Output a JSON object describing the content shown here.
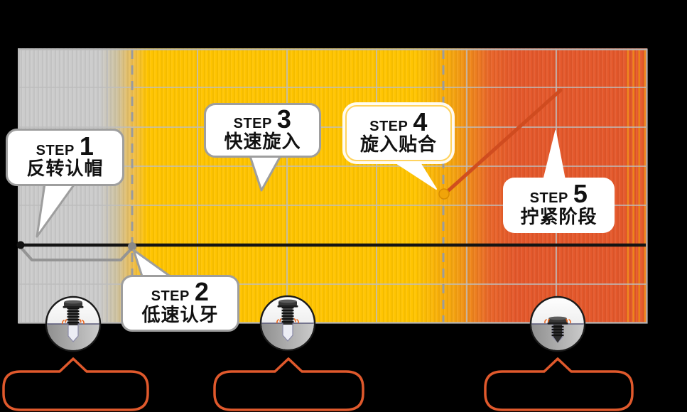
{
  "labels": {
    "step_word": "STEP"
  },
  "steps": [
    {
      "num": "1",
      "title": "反转认帽"
    },
    {
      "num": "2",
      "title": "低速认牙"
    },
    {
      "num": "3",
      "title": "快速旋入"
    },
    {
      "num": "4",
      "title": "旋入贴合"
    },
    {
      "num": "5",
      "title": "拧紧阶段"
    }
  ],
  "icons": {
    "stage1": "screw-entering-icon",
    "stage2": "screw-threading-icon",
    "stage3": "screw-seated-icon"
  },
  "colors": {
    "background": "#000000",
    "zone_gray": "#cbcbcb",
    "zone_yellow": "#ffc400",
    "zone_orange": "#e4582b",
    "gridline": "#bdbdbd",
    "dashed_boundary": "#9b9b9b",
    "speed_line": "#141414",
    "reverse_dip_line": "#949494",
    "torque_line": "#cf4b1f",
    "bracket": "#e0592c",
    "bubble_border": "#9e9e9e"
  },
  "chart_data": {
    "type": "line",
    "grid": {
      "columns": 7,
      "rows": 7,
      "gridlines_visible": true
    },
    "axes_labels_visible": false,
    "zones": [
      {
        "steps": "1-2",
        "color": "#cbcbcb",
        "x_frac": [
          0.0,
          0.18
        ]
      },
      {
        "steps": "3-4",
        "color": "#ffc400",
        "x_frac": [
          0.18,
          0.68
        ]
      },
      {
        "steps": "5",
        "color": "#e4582b",
        "x_frac": [
          0.68,
          1.0
        ]
      }
    ],
    "dashed_boundaries_x_frac": [
      0.182,
      0.676
    ],
    "series": [
      {
        "name": "speed-line",
        "color": "#141414",
        "points_frac": [
          [
            0.0,
            0.715
          ],
          [
            1.0,
            0.715
          ]
        ]
      },
      {
        "name": "reverse-dip",
        "color": "#949494",
        "points_frac": [
          [
            0.005,
            0.72
          ],
          [
            0.023,
            0.77
          ],
          [
            0.164,
            0.77
          ],
          [
            0.182,
            0.722
          ]
        ]
      },
      {
        "name": "torque-rise",
        "color": "#cf4b1f",
        "points_frac": [
          [
            0.679,
            0.528
          ],
          [
            0.862,
            0.153
          ]
        ]
      }
    ]
  }
}
